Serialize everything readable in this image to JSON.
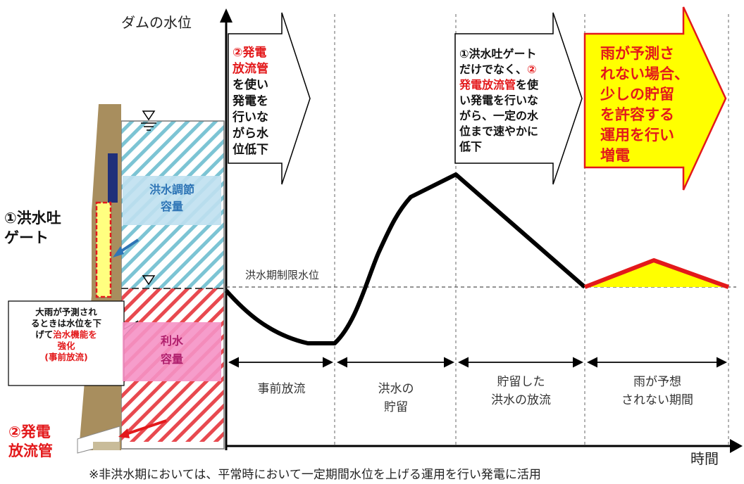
{
  "axes": {
    "y_label": "ダムの水位",
    "x_label": "時間",
    "reference_line_label": "洪水期制限水位"
  },
  "dam": {
    "gate_label": "①洪水吐\nゲート",
    "outlet_label_line1": "②発電",
    "outlet_label_line2": "放流管",
    "flood_capacity_label": "洪水調節\n容量",
    "water_use_capacity_label": "利水\n容量",
    "callout_lines": [
      "大雨が予測され",
      "るときは水位を下",
      "げて"
    ],
    "callout_emphasis": "治水機能を\n強化",
    "callout_sub": "(事前放流)"
  },
  "arrows": [
    {
      "prefix": "②発電\n放流管",
      "body": "を使い\n発電を\n行いな\nがら水\n位低下"
    },
    {
      "prefix": "①洪水吐ゲート\nだけでなく、",
      "highlight": "②\n発電放流管",
      "body": "を使\nい発電を行いな\nがら、一定の水\n位まで速やかに\n低下"
    },
    {
      "body": "雨が予測さ\nれない場合、\n少しの貯留\nを許容する\n運用を行い\n増電"
    }
  ],
  "periods": [
    "事前放流",
    "洪水の\n貯留",
    "貯留した\n洪水の放流",
    "雨が予想\nされない期間"
  ],
  "footnote": "※非洪水期においては、平常時において一定期間水位を上げる運用を行い発電に活用",
  "colors": {
    "flood_hatch": "#5fb6c9",
    "water_use_hatch": "#e8494f",
    "highlight_yellow": "#ffff00",
    "accent_red": "#e3191b",
    "flood_label_bg": "#bfe0ef",
    "water_use_label_bg": "#f592c5",
    "dam_body": "#a88e5e",
    "gate": "#1f2f7a"
  },
  "chart_data": {
    "type": "line",
    "series": [
      {
        "values_description_free": true,
        "points": [
          [
            0,
            0.0
          ],
          [
            0.09,
            -0.55
          ],
          [
            0.13,
            -0.55
          ],
          [
            0.2,
            0.55
          ],
          [
            0.25,
            1.0
          ],
          [
            0.4,
            0.0
          ],
          [
            0.5,
            0.2
          ],
          [
            0.6,
            0.0
          ]
        ]
      }
    ]
  }
}
